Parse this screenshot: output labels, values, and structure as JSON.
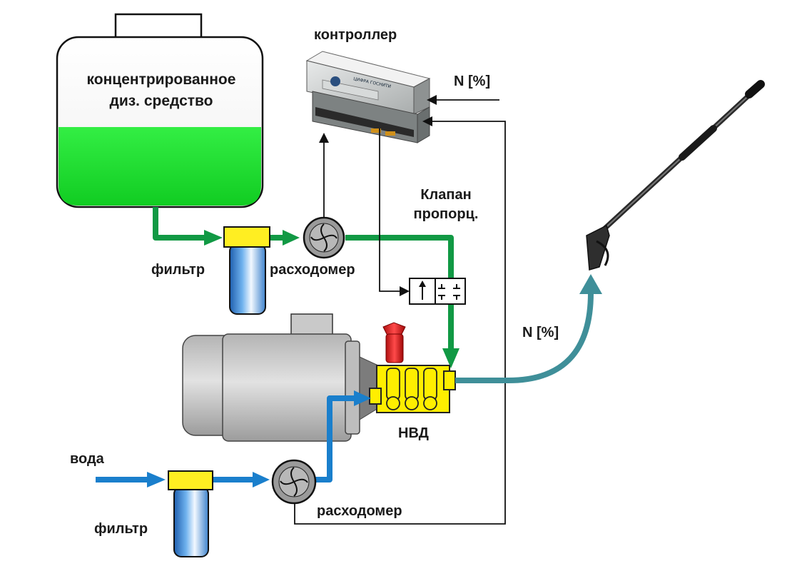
{
  "tank": {
    "line1": "концентрированное",
    "line2": "диз. средство",
    "liquid_color": "#22dd33"
  },
  "controller": {
    "title": "контроллер",
    "device_text": "ЦИФРА ГОСНИТИ"
  },
  "valve": {
    "line1": "Клапан",
    "line2": "пропорц."
  },
  "labels": {
    "filter_top": "фильтр",
    "flowmeter_top": "расходомер",
    "filter_bottom": "фильтр",
    "flowmeter_bottom": "расходомер",
    "water": "вода",
    "pump": "НВД",
    "signal_in": "N [%]",
    "output": "N [%]"
  },
  "colors": {
    "chemical_line": "#119944",
    "water_line": "#1a7fcc",
    "output_line": "#3f8f99",
    "signal_line": "#111111",
    "filter_cap": "#ffee22",
    "pump": "#ffee00"
  }
}
